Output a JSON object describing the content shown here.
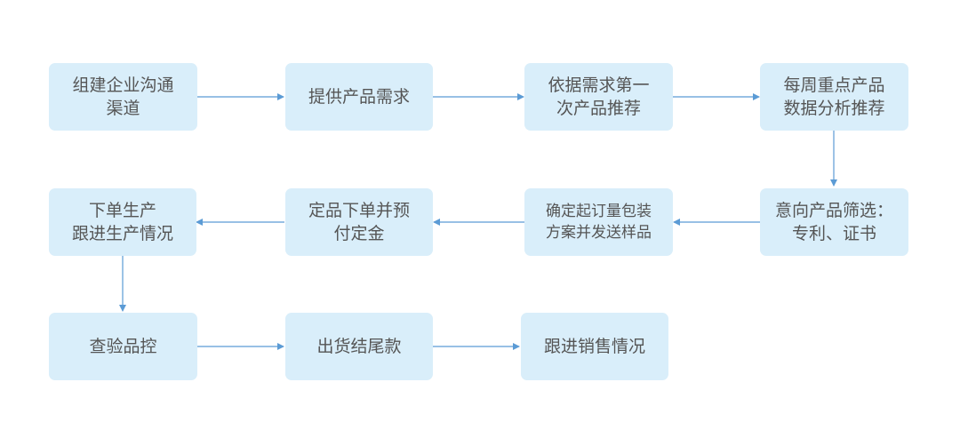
{
  "flow": {
    "step1": {
      "line1": "组建企业沟通",
      "line2": "渠道"
    },
    "step2": {
      "line1": "提供产品需求"
    },
    "step3": {
      "line1": "依据需求第一",
      "line2": "次产品推荐"
    },
    "step4": {
      "line1": "每周重点产品",
      "line2": "数据分析推荐"
    },
    "step5": {
      "line1": "意向产品筛选：",
      "line2": "专利、证书"
    },
    "step6": {
      "line1": "确定起订量包装",
      "line2": "方案并发送样品"
    },
    "step7": {
      "line1": "定品下单并预",
      "line2": "付定金"
    },
    "step8": {
      "line1": "下单生产",
      "line2": "跟进生产情况"
    },
    "step9": {
      "line1": "查验品控"
    },
    "step10": {
      "line1": "出货结尾款"
    },
    "step11": {
      "line1": "跟进销售情况"
    }
  },
  "colors": {
    "node_fill": "#d9eefa",
    "arrow": "#5b9bd5",
    "text": "#555555"
  }
}
